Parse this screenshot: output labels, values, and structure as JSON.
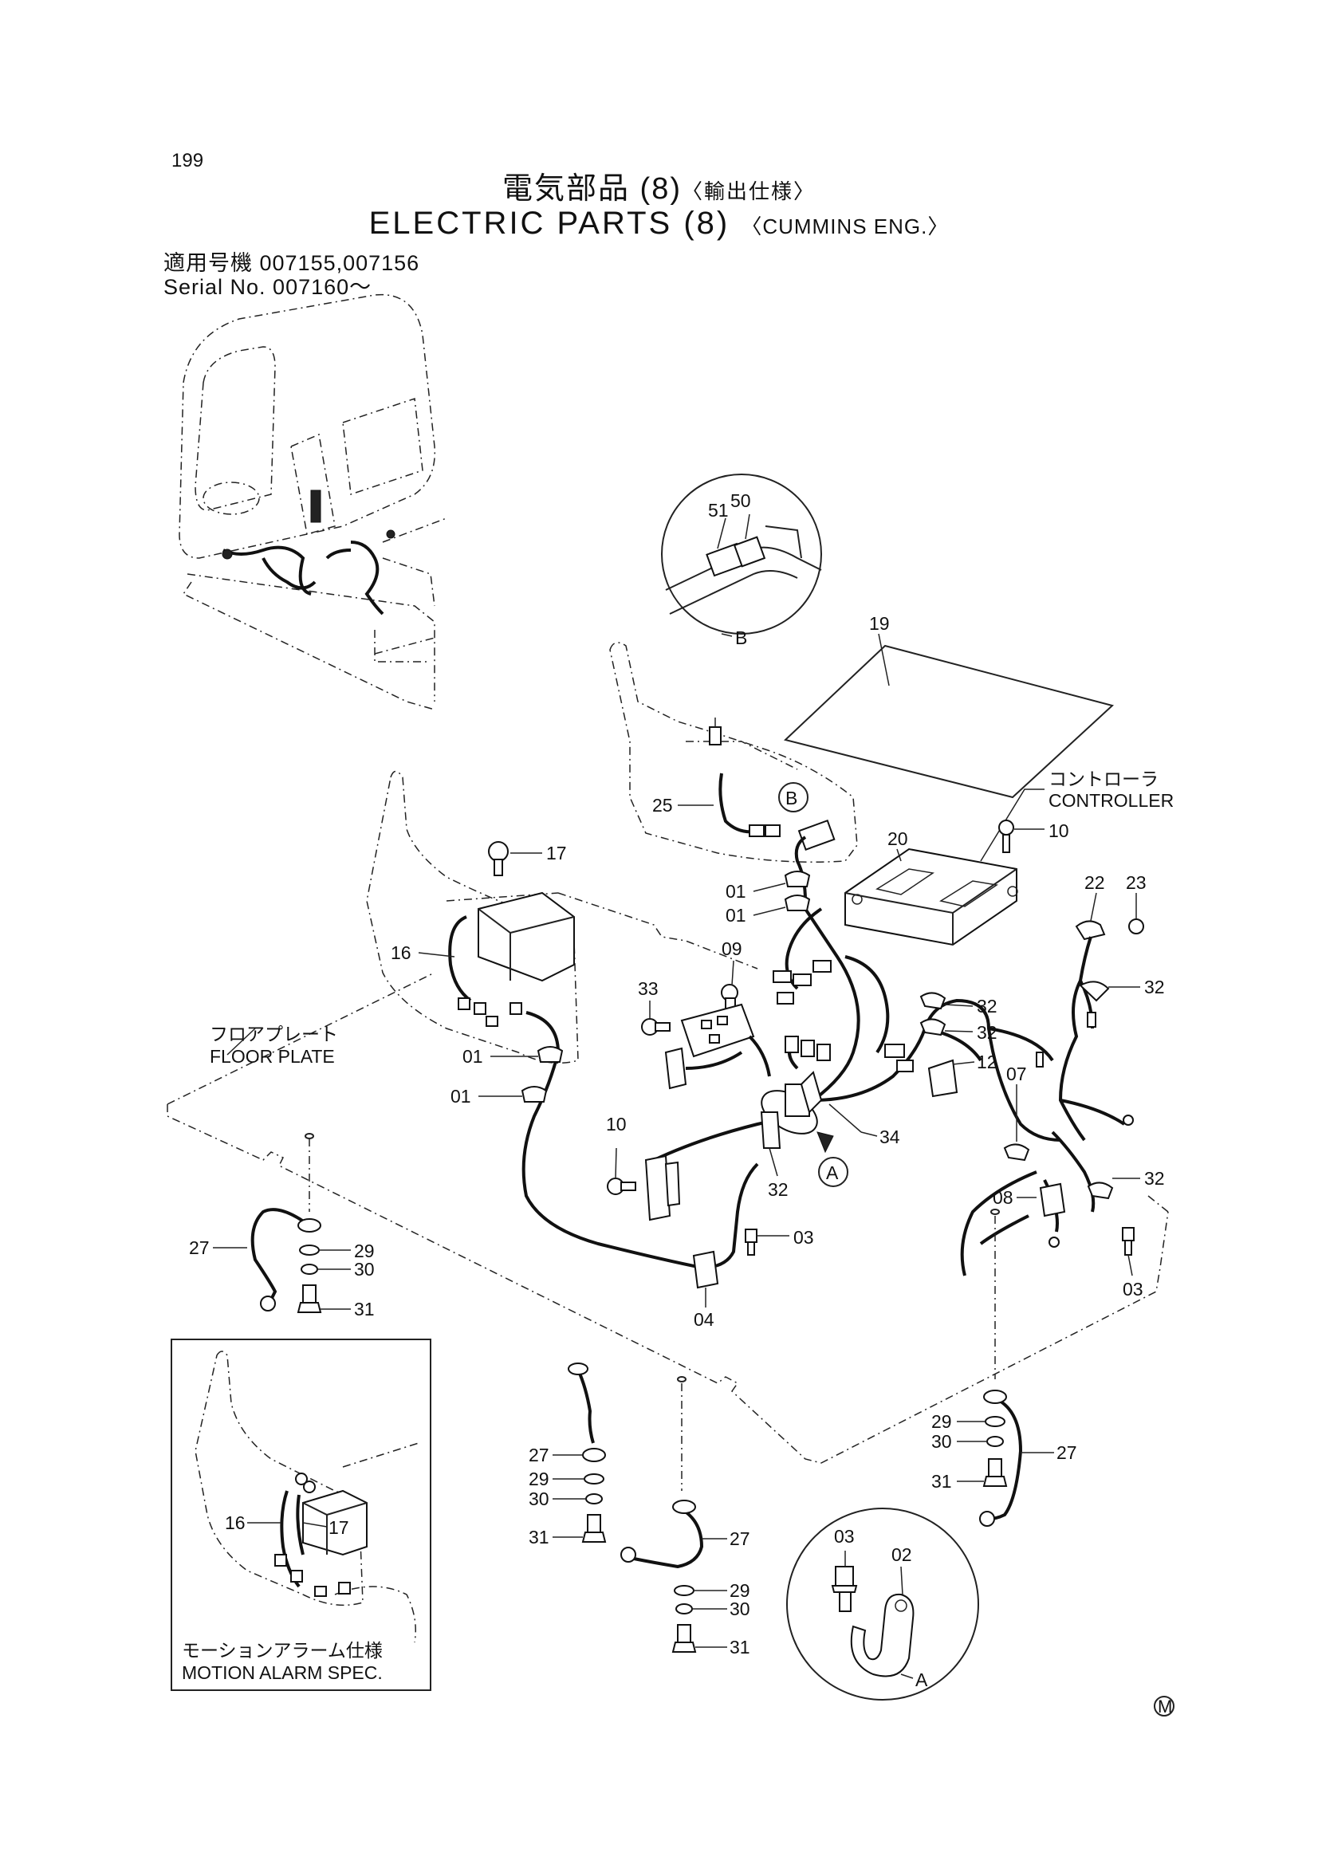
{
  "header": {
    "page_number": "199",
    "title_jp": "電気部品 (8)",
    "title_jp_tag": "〈輸出仕様〉",
    "title_en": "ELECTRIC  PARTS  (8)",
    "title_en_tag": "〈CUMMINS  ENG.〉",
    "serial_jp": "適用号機  007155,007156",
    "serial_en": "Serial No.  007160～"
  },
  "callouts": {
    "c51": "51",
    "c50": "50",
    "B": "B",
    "c19": "19",
    "controller_jp": "コントローラ",
    "controller_en": "CONTROLLER",
    "c25": "25",
    "c10a": "10",
    "c20": "20",
    "c22": "22",
    "c23": "23",
    "c17": "17",
    "c16": "16",
    "c01a": "01",
    "c01b": "01",
    "c09": "09",
    "c32a": "32",
    "c32b": "32",
    "c32c": "32",
    "c32d": "32",
    "c32e": "32",
    "c33": "33",
    "c12": "12",
    "c07": "07",
    "floor_jp": "フロアプレート",
    "floor_en": "FLOOR  PLATE",
    "c01c": "01",
    "c01d": "01",
    "c10b": "10",
    "c34": "34",
    "A": "A",
    "c08": "08",
    "c27a": "27",
    "c29a": "29",
    "c30a": "30",
    "c31a": "31",
    "c03a": "03",
    "c04": "04",
    "c03b": "03",
    "c27b": "27",
    "c29b": "29",
    "c30b": "30",
    "c31b": "31",
    "c27c": "27",
    "c29c": "29",
    "c30c": "30",
    "c31c": "31",
    "c27d": "27",
    "c29d": "29",
    "c30d": "30",
    "c31d": "31",
    "c03c": "03",
    "c02": "02",
    "A2": "A",
    "inset_c16": "16",
    "inset_c17": "17",
    "motion_jp": "モーションアラーム仕様",
    "motion_en": "MOTION  ALARM  SPEC.",
    "mark": "M"
  }
}
